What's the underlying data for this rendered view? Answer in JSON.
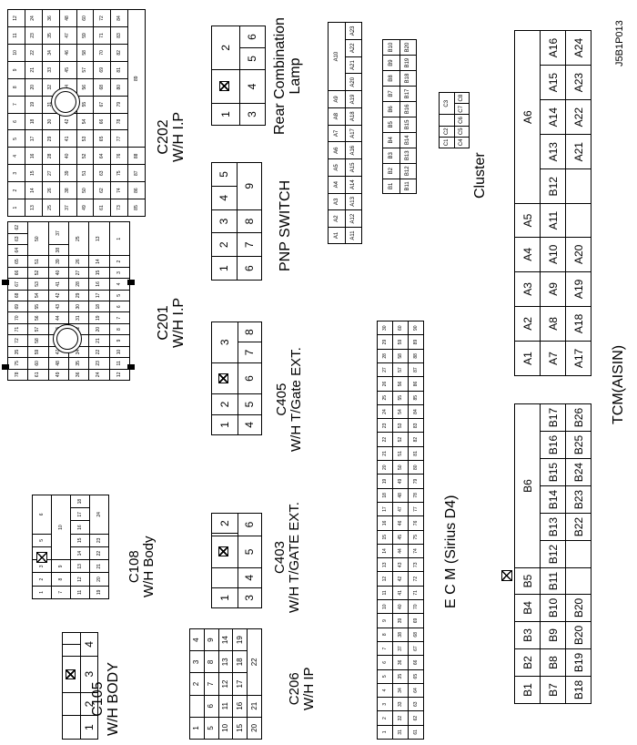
{
  "diagram_id": "J5B1P013",
  "labels": {
    "c105": [
      "C105",
      "W/H BODY"
    ],
    "c108": [
      "C108",
      "W/H Body"
    ],
    "c201": [
      "C201",
      "W/H I.P"
    ],
    "c202": [
      "C202",
      "W/H I.P"
    ],
    "c206": [
      "C206",
      "W/H IP"
    ],
    "c403": [
      "C403",
      "W/H T/GATE EXT."
    ],
    "c405": [
      "C405",
      "W/H T/Gate EXT."
    ],
    "pnp": [
      "PNP SWITCH"
    ],
    "rear": [
      "Rear Combination",
      "Lamp"
    ],
    "ecm": [
      "E C M (Sirius D4)"
    ],
    "cluster": [
      "Cluster"
    ],
    "tcm": [
      "TCM(AISIN)"
    ]
  },
  "connectors": {
    "c105": {
      "rows": [
        [
          "",
          "",
          "lock",
          "",
          ""
        ],
        [
          "1",
          "2",
          "3",
          "4"
        ]
      ]
    },
    "c403": {
      "rows": [
        [
          "1",
          "",
          "lock",
          "",
          "2"
        ],
        [
          "3",
          "4",
          "5",
          "6"
        ]
      ]
    },
    "c405": {
      "rows": [
        [
          "1",
          "2",
          "lock",
          "3"
        ],
        [
          "4",
          "5",
          "6",
          "7",
          "8"
        ]
      ]
    },
    "rear": {
      "rows": [
        [
          "1",
          "lock",
          "2"
        ],
        [
          "3",
          "4",
          "5",
          "6"
        ]
      ]
    },
    "pnp": {
      "rows": [
        [
          "1",
          "2",
          "3",
          "4",
          "5"
        ],
        [
          "6",
          "7",
          "8",
          "9"
        ]
      ]
    },
    "c206": {
      "rows": [
        [
          "1",
          "",
          "2",
          "3",
          "4"
        ],
        [
          "5",
          "6",
          "7",
          "8",
          "9"
        ],
        [
          "10",
          "11",
          "12",
          "13",
          "14"
        ],
        [
          "15",
          "16",
          "17",
          "18",
          "19"
        ],
        [
          "20",
          "21",
          "22"
        ]
      ]
    },
    "c108": {
      "rows": [
        [
          "1",
          "2",
          "3",
          "4",
          "5",
          "6"
        ],
        [
          "7",
          "8",
          "9",
          "10"
        ],
        [
          "11",
          "12",
          "13",
          "14",
          "15",
          "16",
          "17",
          "18"
        ],
        [
          "19",
          "20",
          "21",
          "22",
          "23",
          "24"
        ]
      ]
    },
    "ecm": {
      "rows": [
        [
          "1",
          "2",
          "3",
          "4",
          "5",
          "6",
          "7",
          "8",
          "9",
          "10",
          "11",
          "12",
          "13",
          "14",
          "15",
          "16",
          "17",
          "18",
          "19",
          "20",
          "21",
          "22",
          "23",
          "24",
          "25",
          "26",
          "27",
          "28",
          "29",
          "30"
        ],
        [
          "31",
          "32",
          "33",
          "34",
          "35",
          "36",
          "37",
          "38",
          "39",
          "40",
          "41",
          "42",
          "43",
          "44",
          "45",
          "46",
          "47",
          "48",
          "49",
          "50",
          "51",
          "52",
          "53",
          "54",
          "55",
          "56",
          "57",
          "58",
          "59",
          "60"
        ],
        [
          "61",
          "62",
          "63",
          "64",
          "65",
          "66",
          "67",
          "68",
          "69",
          "70",
          "71",
          "72",
          "73",
          "74",
          "75",
          "76",
          "77",
          "78",
          "79",
          "80",
          "81",
          "82",
          "83",
          "84",
          "85",
          "86",
          "87",
          "88",
          "89",
          "90"
        ]
      ]
    },
    "c201": {
      "rows": [
        [
          "78",
          "75",
          "35",
          "72",
          "71",
          "70",
          "69",
          "68",
          "67",
          "66",
          "65",
          "64",
          "63",
          "62"
        ],
        [
          "61",
          "60",
          "59",
          "58",
          "57",
          "56",
          "55",
          "54",
          "53",
          "52",
          "51",
          "50"
        ],
        [
          "49",
          "48",
          "47",
          "46",
          "45",
          "44",
          "43",
          "42",
          "41",
          "40",
          "39",
          "38",
          "37"
        ],
        [
          "36",
          "35",
          "34",
          "33",
          "32",
          "31",
          "30",
          "29",
          "28",
          "27",
          "26",
          "25"
        ],
        [
          "24",
          "23",
          "22",
          "21",
          "20",
          "19",
          "18",
          "17",
          "16",
          "15",
          "14",
          "13"
        ],
        [
          "12",
          "11",
          "10",
          "9",
          "8",
          "7",
          "6",
          "5",
          "4",
          "3",
          "2",
          "1"
        ]
      ]
    },
    "c202": {
      "rows": [
        [
          "1",
          "2",
          "3",
          "4",
          "5",
          "6",
          "7",
          "8",
          "9",
          "10",
          "11",
          "12"
        ],
        [
          "13",
          "14",
          "15",
          "16",
          "17",
          "18",
          "19",
          "20",
          "21",
          "22",
          "23",
          "24"
        ],
        [
          "25",
          "26",
          "27",
          "28",
          "29",
          "30",
          "31",
          "32",
          "33",
          "34",
          "35",
          "36"
        ],
        [
          "37",
          "38",
          "39",
          "40",
          "41",
          "42",
          "43",
          "44",
          "45",
          "46",
          "47",
          "48"
        ],
        [
          "49",
          "50",
          "51",
          "52",
          "53",
          "54",
          "55",
          "56",
          "57",
          "58",
          "59",
          "60"
        ],
        [
          "61",
          "62",
          "63",
          "64",
          "65",
          "66",
          "67",
          "68",
          "69",
          "70",
          "71",
          "72"
        ],
        [
          "73",
          "74",
          "75",
          "76",
          "77",
          "78",
          "79",
          "80",
          "81",
          "82",
          "83",
          "84"
        ],
        [
          "85",
          "86",
          "87",
          "88",
          "89"
        ]
      ]
    },
    "cluster_a": {
      "rows": [
        [
          "A1",
          "A2",
          "A3",
          "A4",
          "A5",
          "A6",
          "A7",
          "A8",
          "A9",
          "A10"
        ],
        [
          "A11",
          "A12",
          "A13",
          "A14",
          "A15",
          "A16",
          "A17",
          "A18",
          "A19",
          "A20",
          "A21",
          "A22",
          "A23"
        ]
      ]
    },
    "cluster_b": {
      "rows": [
        [
          "B1",
          "B2",
          "B3",
          "B4",
          "B5",
          "B6",
          "B7",
          "B8",
          "B9",
          "B10"
        ],
        [
          "B11",
          "B12",
          "B13",
          "B14",
          "B15",
          "B16",
          "B17",
          "B18",
          "B19",
          "B20"
        ]
      ]
    },
    "cluster_c": {
      "rows": [
        [
          "C1",
          "C2",
          "",
          "C3"
        ],
        [
          "C4",
          "C5",
          "C6",
          "C7",
          "C8"
        ]
      ]
    },
    "tcm_b": {
      "rows": [
        [
          "B1",
          "B2",
          "B3",
          "B4",
          "B5",
          "B6"
        ],
        [
          "B7",
          "B8",
          "B9",
          "B10",
          "B11",
          "B12",
          "B13",
          "B14",
          "B15",
          "B16",
          "B17"
        ],
        [
          "B18",
          "B19",
          "B20",
          "B20",
          "",
          "",
          "B22",
          "B23",
          "B24",
          "B25",
          "B26"
        ]
      ]
    },
    "tcm_a": {
      "rows": [
        [
          "A1",
          "A2",
          "A3",
          "A4",
          "A5",
          "A6"
        ],
        [
          "A7",
          "A8",
          "A9",
          "A10",
          "A11",
          "B12",
          "A13",
          "A14",
          "A15",
          "A16"
        ],
        [
          "A17",
          "A18",
          "A19",
          "A20",
          "",
          "",
          "A21",
          "A22",
          "A23",
          "A24"
        ]
      ]
    }
  }
}
